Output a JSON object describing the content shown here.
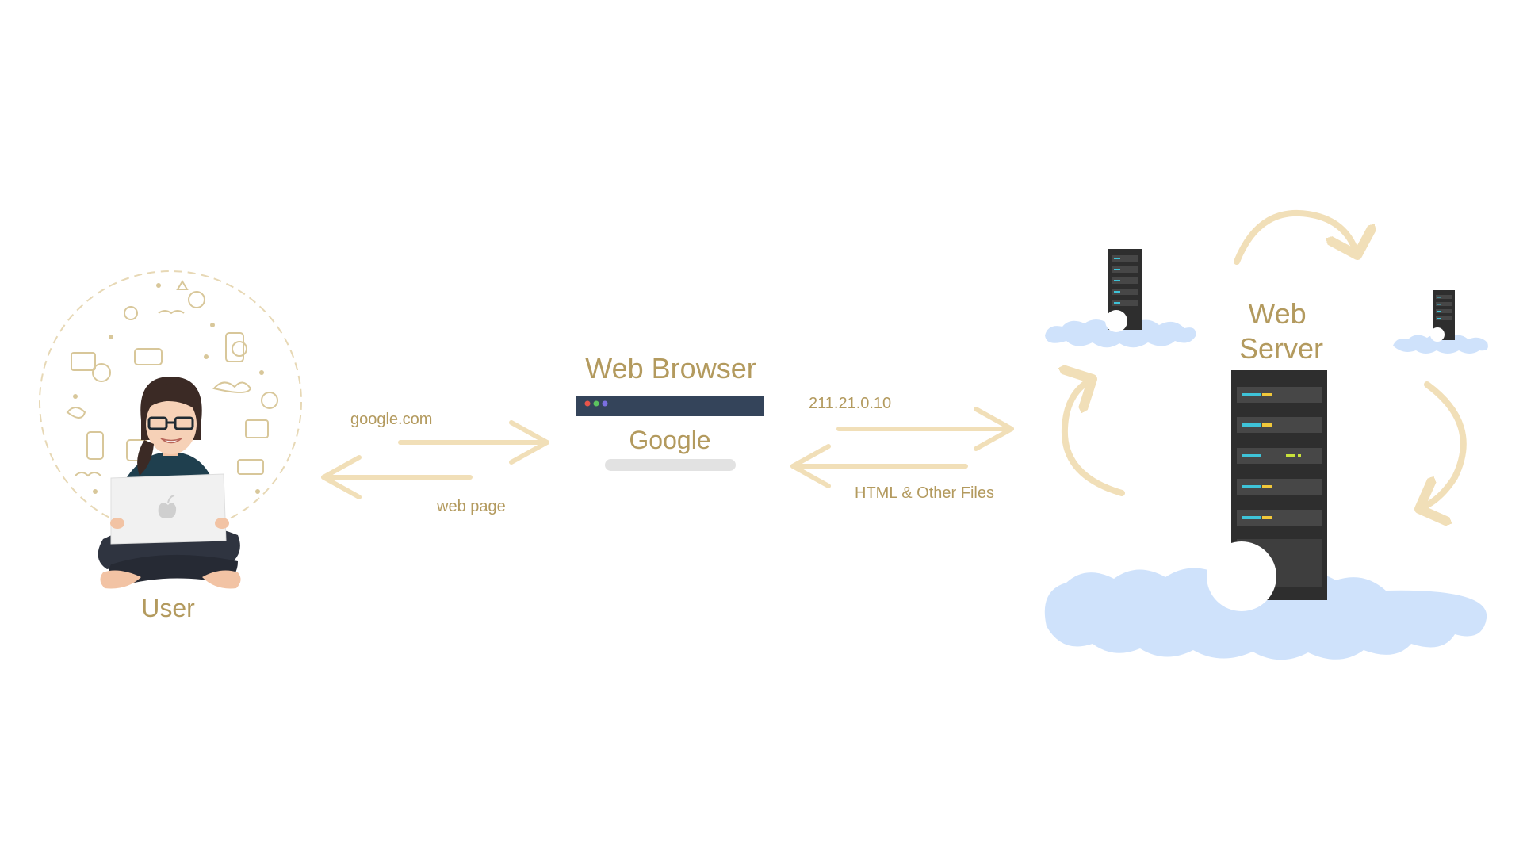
{
  "labels": {
    "user": "User",
    "web_browser": "Web Browser",
    "web_server_line1": "Web",
    "web_server_line2": "Server",
    "request_url": "google.com",
    "response_page": "web page",
    "ip_address": "211.21.0.10",
    "server_response": "HTML & Other Files",
    "browser_page_title": "Google"
  },
  "colors": {
    "label_text": "#b39a5e",
    "arrow": "#f1dfb8",
    "cloud": "#cfe2fb",
    "server_body": "#2e2e2e",
    "browser_bar": "#34445a",
    "dot_red": "#e8554a",
    "dot_green": "#5cc45f",
    "dot_purple": "#7b6fe0",
    "search_box": "#e2e2e2",
    "doodle": "#d8c79a"
  },
  "icons": {
    "user": "person-with-laptop-icon",
    "server": "server-rack-icon",
    "cloud": "cloud-icon",
    "cycle": "circular-arrow-icon"
  }
}
